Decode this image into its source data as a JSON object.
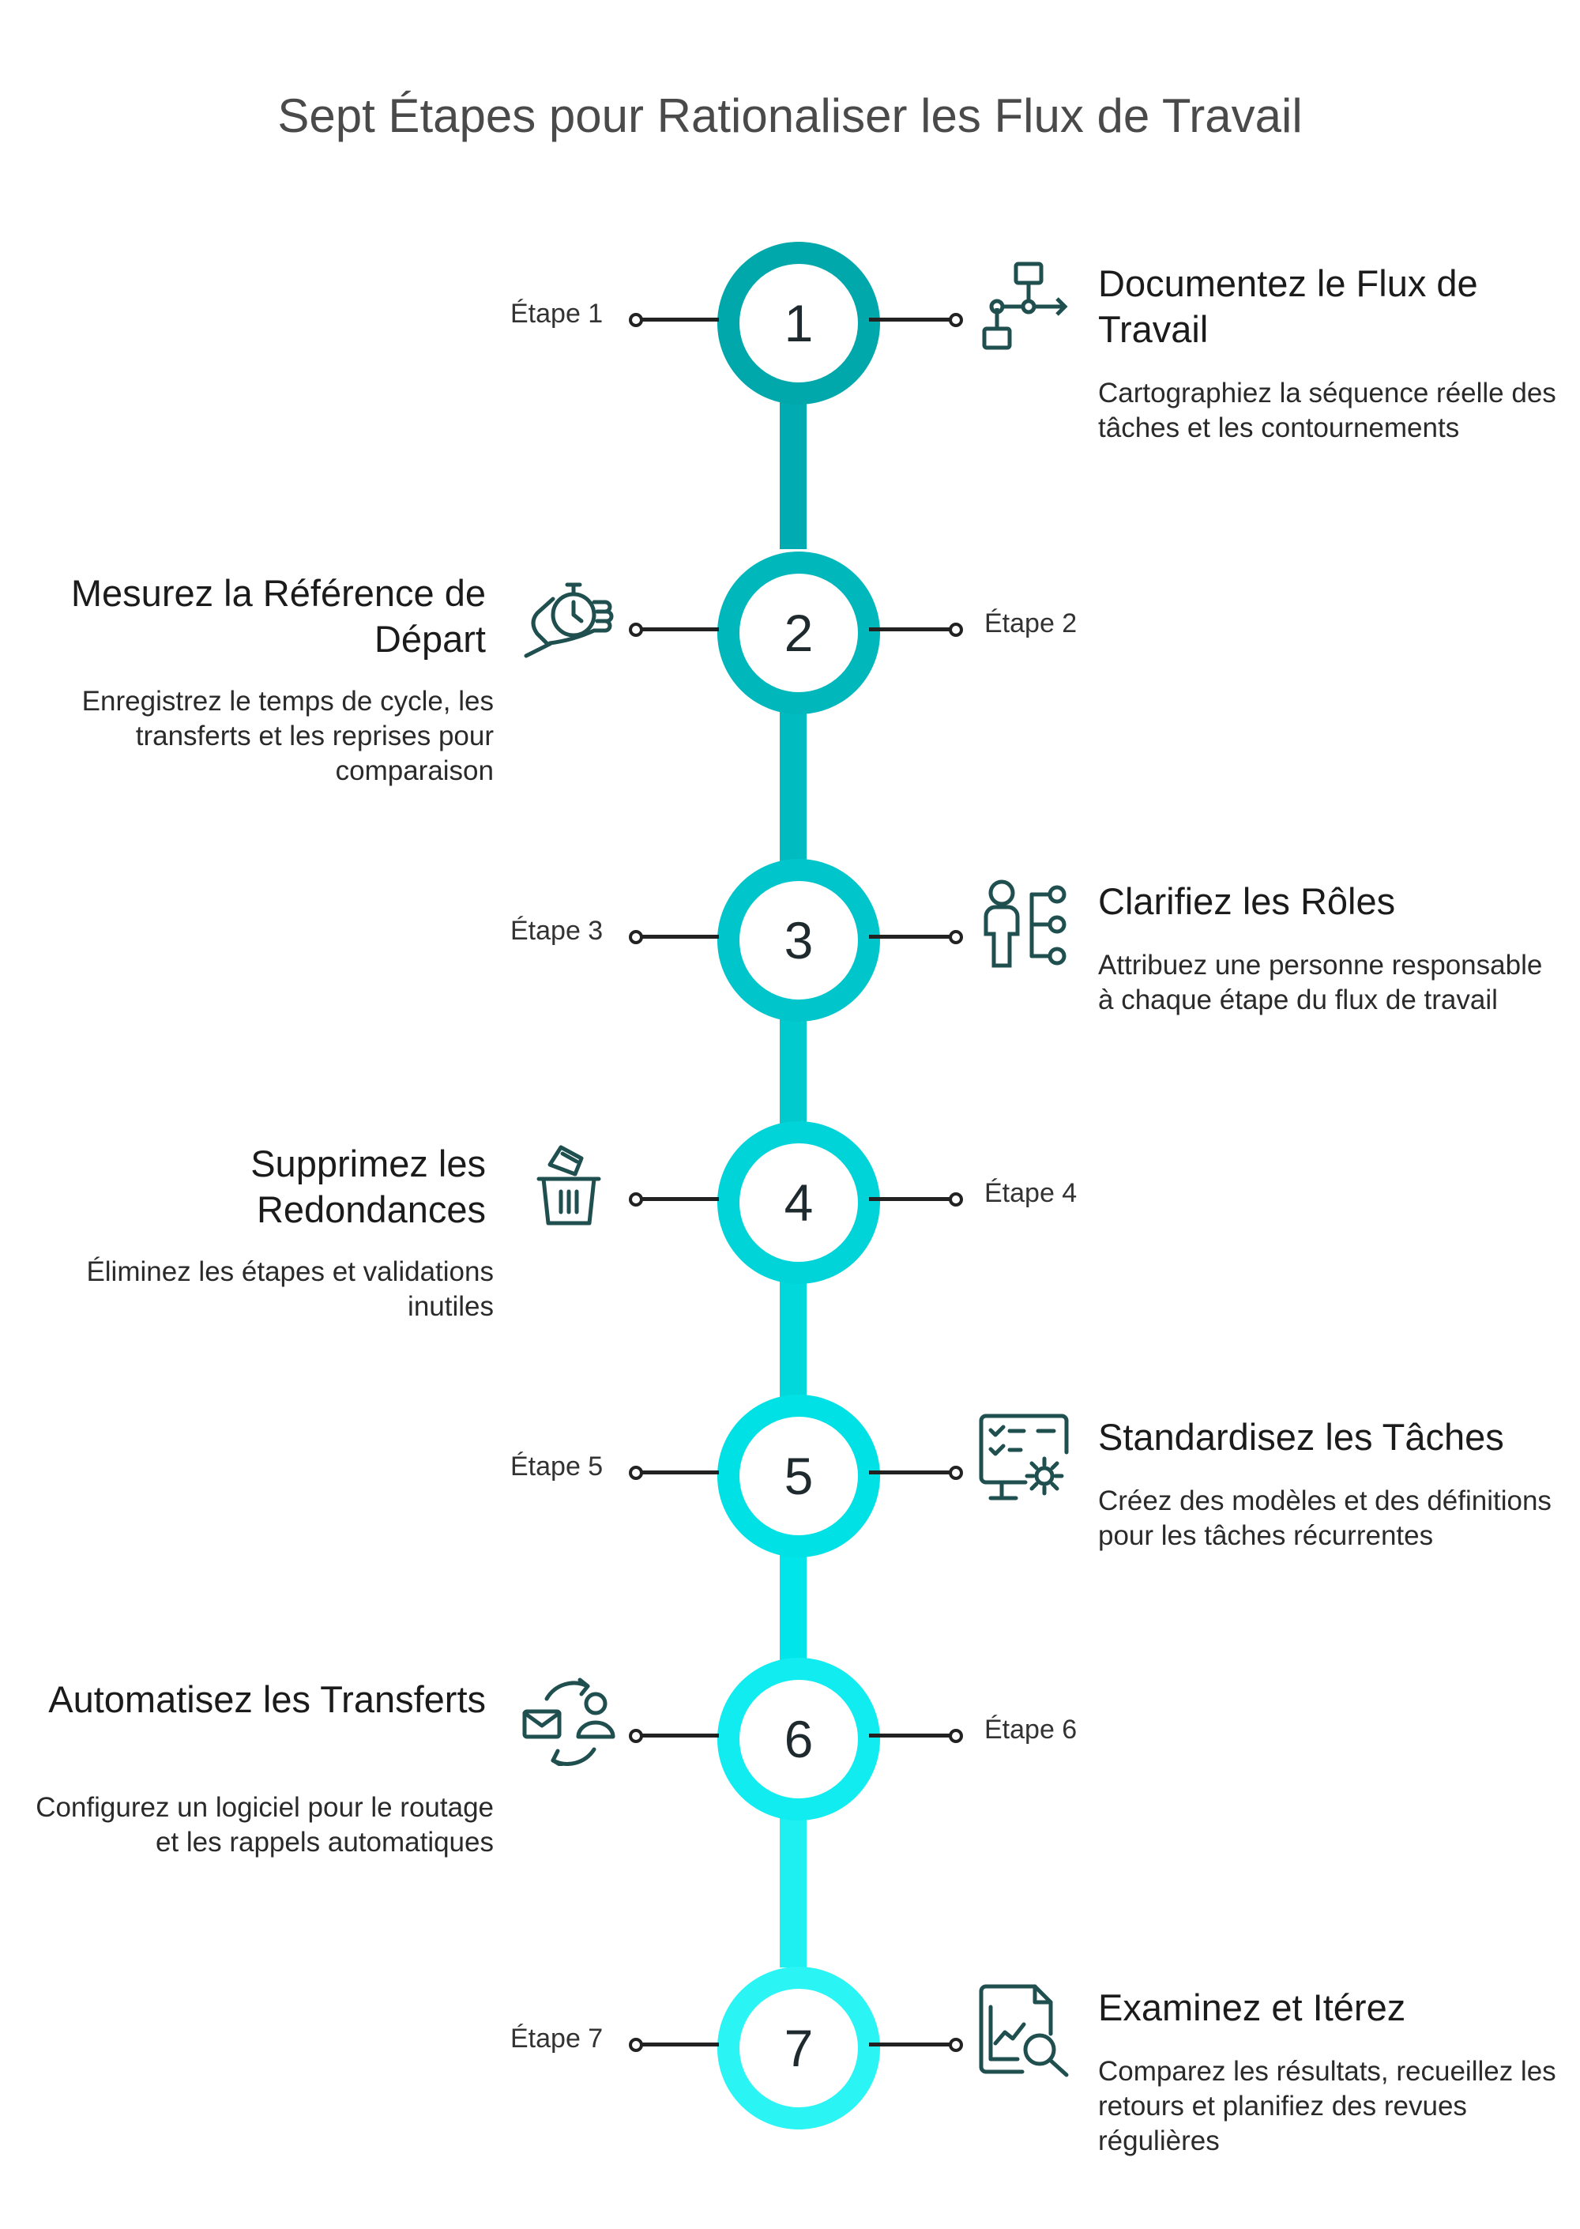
{
  "title": "Sept Étapes pour Rationaliser les Flux de Travail",
  "steps": [
    {
      "number": "1",
      "label": "Étape 1",
      "heading": "Documentez le Flux de Travail",
      "description": "Cartographiez la séquence réelle des tâches et les contournements",
      "icon": "flowchart-icon",
      "color": "#00A8AC"
    },
    {
      "number": "2",
      "label": "Étape 2",
      "heading": "Mesurez la Référence de Départ",
      "description": "Enregistrez le temps de cycle, les transferts et les reprises pour comparaison",
      "icon": "stopwatch-hand-icon",
      "color": "#00B7BC"
    },
    {
      "number": "3",
      "label": "Étape 3",
      "heading": "Clarifiez les Rôles",
      "description": "Attribuez une personne responsable à chaque étape du flux de travail",
      "icon": "person-hierarchy-icon",
      "color": "#00C6CB"
    },
    {
      "number": "4",
      "label": "Étape 4",
      "heading": "Supprimez les Redondances",
      "description": "Éliminez les étapes et validations inutiles",
      "icon": "trash-bin-icon",
      "color": "#00D4D8"
    },
    {
      "number": "5",
      "label": "Étape 5",
      "heading": "Standardisez les Tâches",
      "description": "Créez des modèles et des définitions pour les tâches récurrentes",
      "icon": "checklist-gear-icon",
      "color": "#00E1E5"
    },
    {
      "number": "6",
      "label": "Étape 6",
      "heading": "Automatisez les Transferts",
      "description": "Configurez un logiciel pour le routage et les rappels automatiques",
      "icon": "mail-user-cycle-icon",
      "color": "#10ECEF"
    },
    {
      "number": "7",
      "label": "Étape 7",
      "heading": "Examinez et Itérez",
      "description": "Comparez les résultats, recueillez les retours et planifiez des revues régulières",
      "icon": "document-chart-search-icon",
      "color": "#2AF4F4"
    }
  ]
}
